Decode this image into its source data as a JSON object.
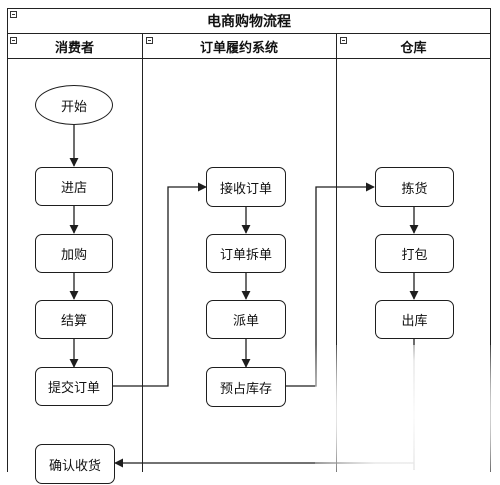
{
  "title": "电商购物流程",
  "lanes": [
    {
      "label": "消费者"
    },
    {
      "label": "订单履约系统"
    },
    {
      "label": "仓库"
    }
  ],
  "nodes": {
    "start": "开始",
    "enter_store": "进店",
    "add_cart": "加购",
    "checkout": "结算",
    "submit_order": "提交订单",
    "confirm_receipt": "确认收货",
    "receive_order": "接收订单",
    "split_order": "订单拆单",
    "dispatch": "派单",
    "reserve_stock": "预占库存",
    "pick": "拣货",
    "pack": "打包",
    "ship_out": "出库"
  },
  "colors": {
    "line": "#1e1e1e",
    "background": "#ffffff"
  }
}
